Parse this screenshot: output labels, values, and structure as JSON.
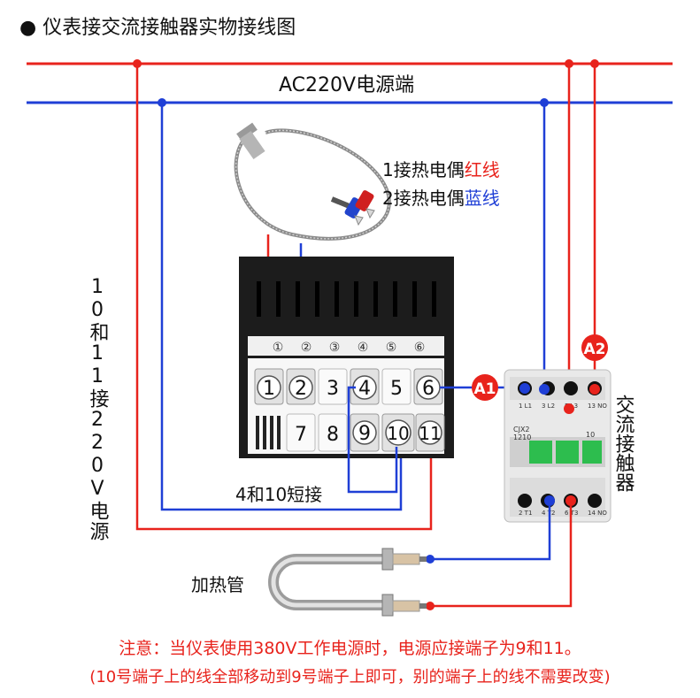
{
  "title": "● 仪表接交流接触器实物接线图",
  "power_label": "AC220V电源端",
  "thermocouple": {
    "line1_prefix": "1接热电偶",
    "line1_color_word": "红线",
    "line2_prefix": "2接热电偶",
    "line2_color_word": "蓝线"
  },
  "side_label": "10和11接220V电源",
  "short_label": "4和10短接",
  "contactor_label": "交流接触器",
  "contactor_model": [
    "CJX2",
    "1210"
  ],
  "contactor_terminals_top": [
    "1 L1",
    "3 L2",
    "5 L3",
    "13 NO"
  ],
  "contactor_terminals_bottom": [
    "2 T1",
    "4 T2",
    "6 T3",
    "14 NO"
  ],
  "contactor_side_number": "10",
  "badges": [
    "A1",
    "A2"
  ],
  "heater_label": "加热管",
  "top_row_numbers": [
    "①",
    "②",
    "③",
    "④",
    "⑤",
    "⑥"
  ],
  "terminals_top": [
    "1",
    "2",
    "3",
    "4",
    "5",
    "6"
  ],
  "terminals_bottom": [
    "7",
    "8",
    "9",
    "10",
    "11"
  ],
  "note_line1": "注意：当仪表使用380V工作电源时，电源应接端子为9和11。",
  "note_line2": "(10号端子上的线全部移动到9号端子上即可，别的端子上的线不需要改变)",
  "colors": {
    "red": "#e8231c",
    "blue": "#1f3fd6",
    "badge": "#e8231c",
    "green": "#2dbd4e"
  }
}
